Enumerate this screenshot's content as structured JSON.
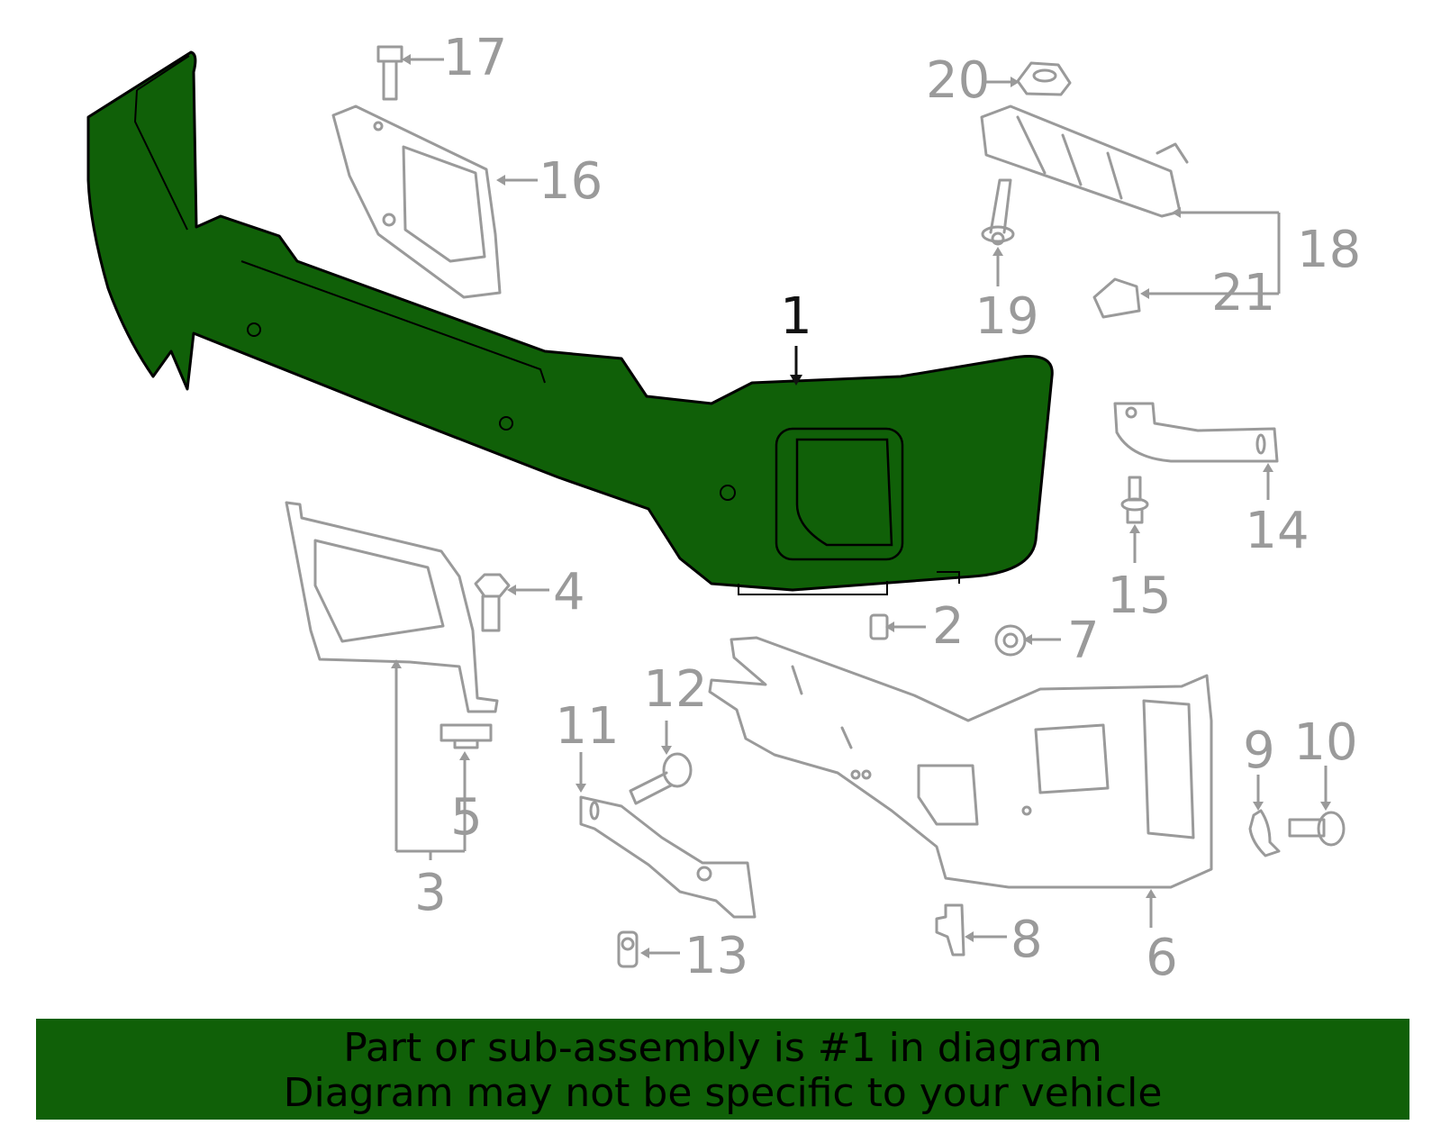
{
  "colors": {
    "highlight_fill": "#106008",
    "line_gray": "#9a9a9a",
    "highlight_text": "#111111",
    "banner_bg": "#106008"
  },
  "callouts": {
    "c1": "1",
    "c2": "2",
    "c3": "3",
    "c4": "4",
    "c5": "5",
    "c6": "6",
    "c7": "7",
    "c8": "8",
    "c9": "9",
    "c10": "10",
    "c11": "11",
    "c12": "12",
    "c13": "13",
    "c14": "14",
    "c15": "15",
    "c16": "16",
    "c17": "17",
    "c18": "18",
    "c19": "19",
    "c20": "20",
    "c21": "21"
  },
  "highlighted_part": "1",
  "banner": {
    "line1": "Part or sub-assembly is #1 in diagram",
    "line2": "Diagram may not be specific to your vehicle"
  }
}
